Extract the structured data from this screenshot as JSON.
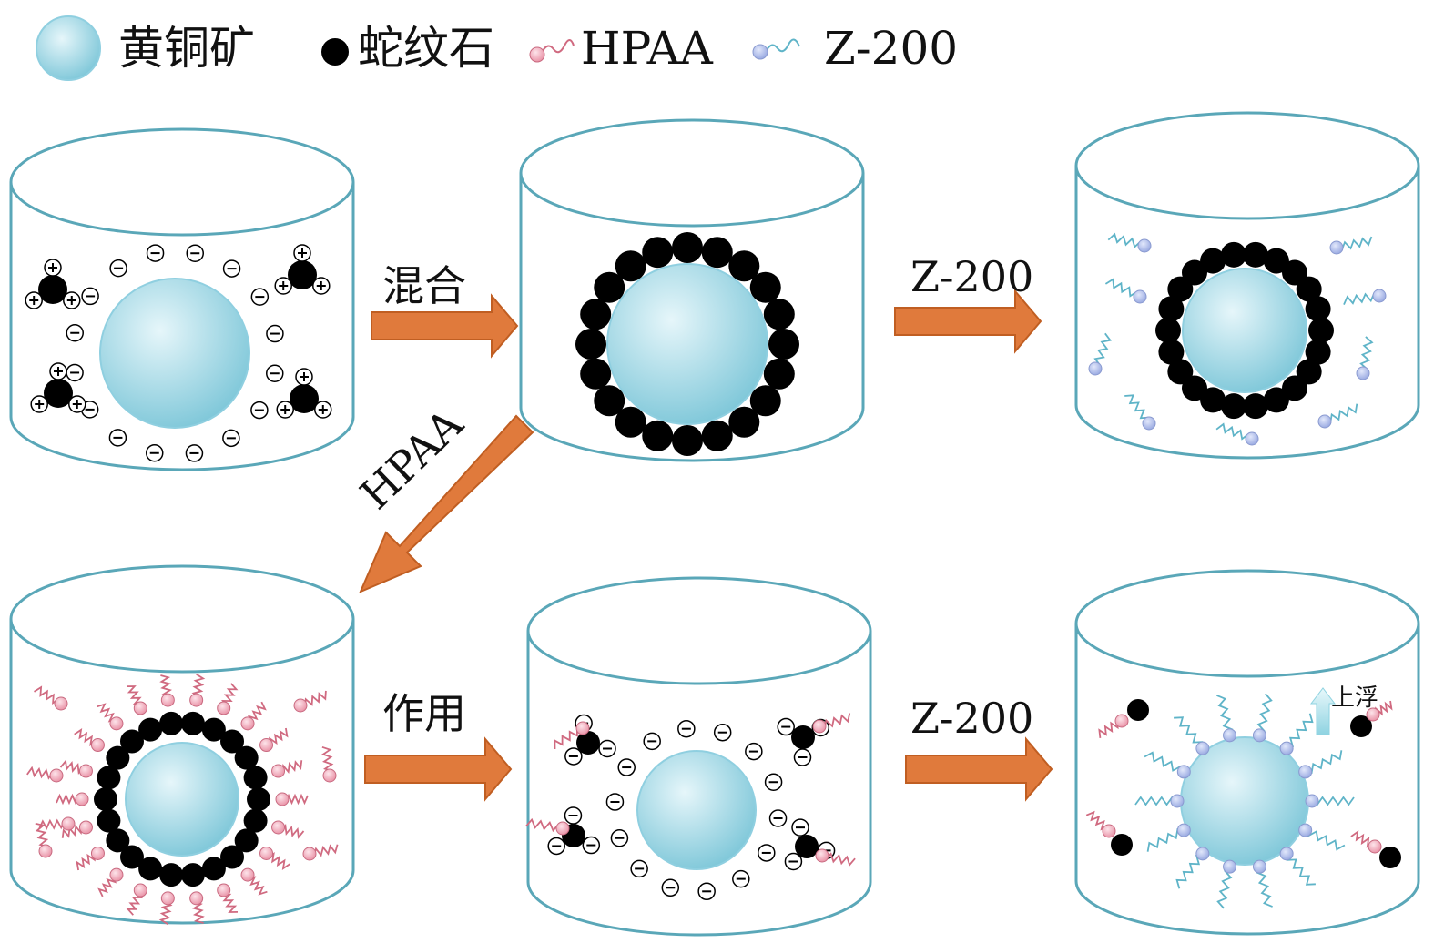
{
  "legend": {
    "chalcopyrite": "黄铜矿",
    "serpentine": "蛇纹石",
    "hpaa": "HPAA",
    "z200": "Z-200"
  },
  "steps": {
    "mix": "混合",
    "z200_top": "Z-200",
    "hpaa": "HPAA",
    "act": "作用",
    "z200_bottom": "Z-200",
    "float_up": "上浮"
  },
  "colors": {
    "mineral_center": "#e6f6fa",
    "mineral_edge": "#7cc6d8",
    "serpentine": "#000000",
    "hpaa_head": "#f2a8b8",
    "hpaa_tail": "#d06a80",
    "z200_head": "#a9b8ea",
    "z200_tail": "#5fb4c8",
    "arrow": "#e07a3c",
    "arrow_stroke": "#c05e22",
    "float_arrow": "#bfe8f0",
    "cylinder_stroke": "#5aa7b8"
  }
}
